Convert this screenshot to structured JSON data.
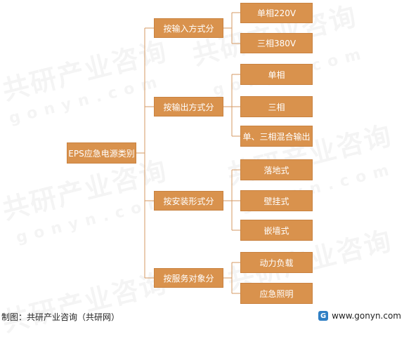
{
  "root": {
    "label": "EPS应急电源类别"
  },
  "groups": [
    {
      "label": "按输入方式分",
      "items": [
        "单相220V",
        "三相380V"
      ]
    },
    {
      "label": "按输出方式分",
      "items": [
        "单相",
        "三相",
        "单、三相混合输出"
      ]
    },
    {
      "label": "按安装形式分",
      "items": [
        "落地式",
        "壁挂式",
        "嵌墙式"
      ]
    },
    {
      "label": "按服务对象分",
      "items": [
        "动力负载",
        "应急照明"
      ]
    }
  ],
  "footer": {
    "source": "制图：共研产业咨询（共研网）",
    "website": "www.gonyn.com",
    "logo_glyph": "G"
  },
  "watermark": {
    "brand": "共研产业咨询",
    "url": "gonyn.com"
  },
  "colors": {
    "box_fill": "#d9924d",
    "box_text": "#ffffff",
    "connector": "#d49a63"
  }
}
